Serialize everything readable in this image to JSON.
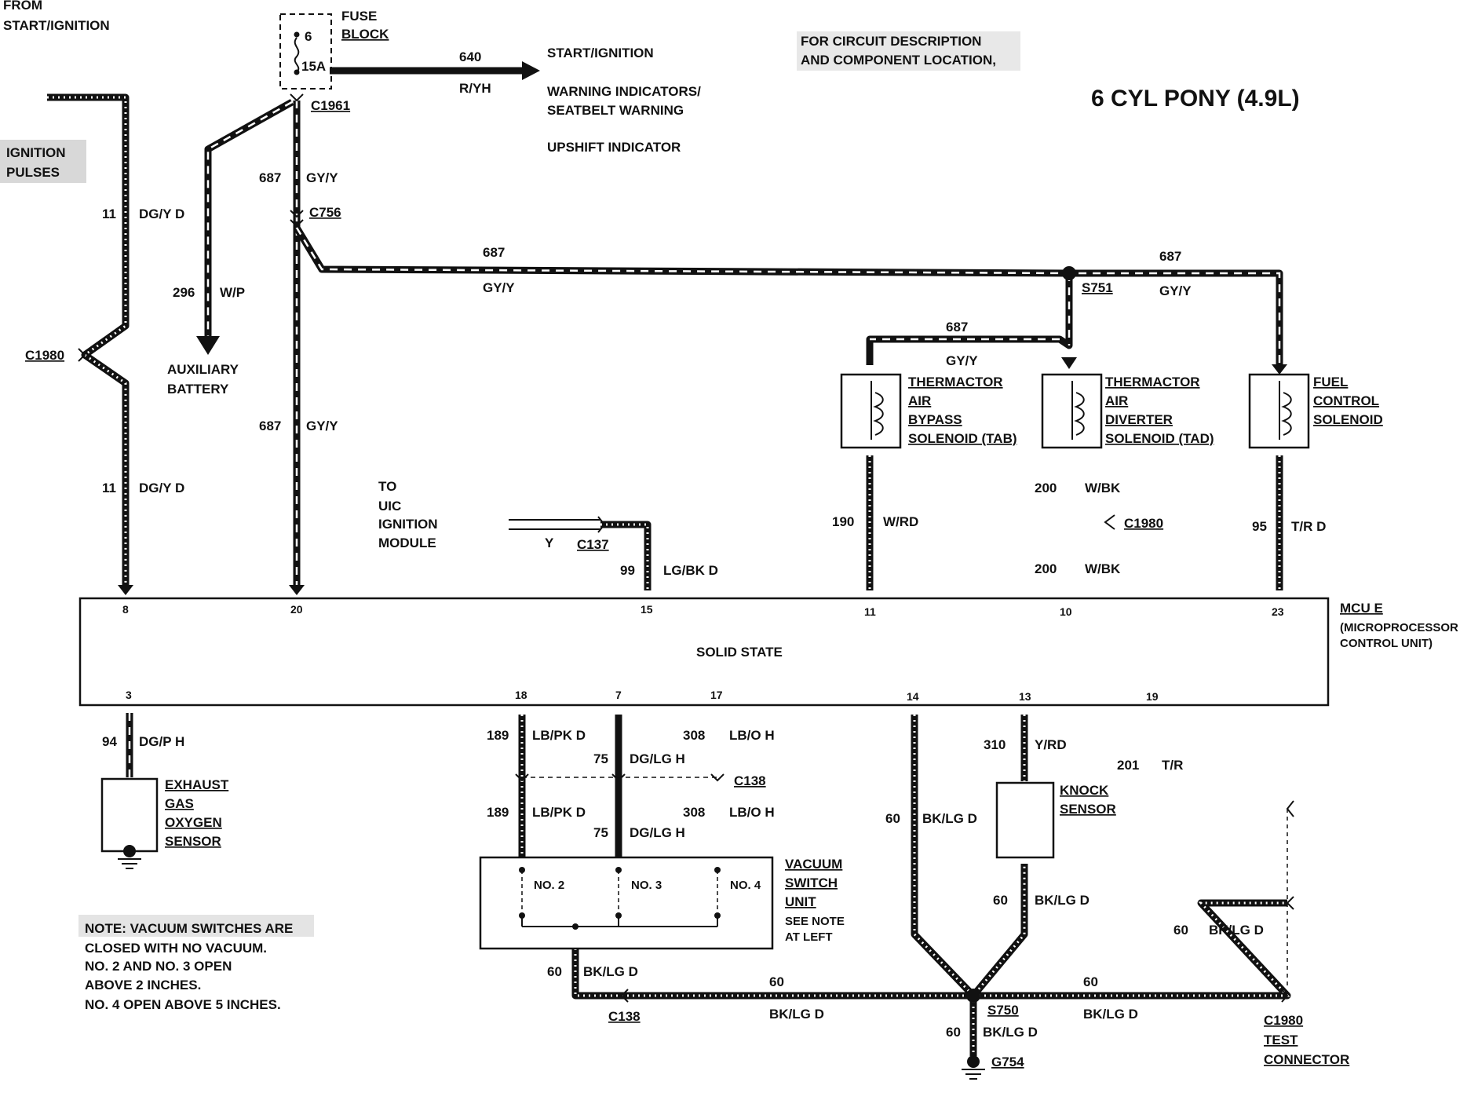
{
  "title": "6 CYL PONY (4.9L)",
  "header": {
    "from_label_1": "FROM",
    "from_label_2": "START/IGNITION",
    "fuse_label_1": "FUSE",
    "fuse_label_2": "BLOCK",
    "fuse_number": "6",
    "fuse_rating": "15A",
    "circuit_desc_1": "FOR CIRCUIT DESCRIPTION",
    "circuit_desc_2": "AND COMPONENT LOCATION,"
  },
  "feeds": {
    "start_ignition": "START/IGNITION",
    "warning_1": "WARNING INDICATORS/",
    "warning_2": "SEATBELT WARNING",
    "upshift": "UPSHIFT INDICATOR"
  },
  "connectors": {
    "c1961": "C1961",
    "c756": "C756",
    "c1980_left": "C1980",
    "c1980_mid": "C1980",
    "c137": "C137",
    "c138_top": "C138",
    "c138_bottom": "C138",
    "s751": "S751",
    "s750": "S750",
    "g754": "G754",
    "c1980_bottom": "C1980"
  },
  "labels": {
    "ignition_pulses_1": "IGNITION",
    "ignition_pulses_2": "PULSES",
    "aux_battery_1": "AUXILIARY",
    "aux_battery_2": "BATTERY",
    "uic_1": "TO",
    "uic_2": "UIC",
    "uic_3": "IGNITION",
    "uic_4": "MODULE",
    "test_connector_1": "TEST",
    "test_connector_2": "CONNECTOR"
  },
  "wires": {
    "w640_num": "640",
    "w640_color": "R/YH",
    "w687_a_num": "687",
    "w687_a_color": "GY/Y",
    "w687_b_num": "687",
    "w687_b_color": "GY/Y",
    "w687_c_num": "687",
    "w687_c_color": "GY/Y",
    "w687_d_num": "687",
    "w687_d_color": "GY/Y",
    "w687_e_num": "687",
    "w687_e_color": "GY/Y",
    "w11_a_num": "11",
    "w11_a_color": "DG/Y D",
    "w11_b_num": "11",
    "w11_b_color": "DG/Y D",
    "w296_num": "296",
    "w296_color": "W/P",
    "w190_num": "190",
    "w190_color": "W/RD",
    "w200_a_num": "200",
    "w200_a_color": "W/BK",
    "w200_b_num": "200",
    "w200_b_color": "W/BK",
    "w95_num": "95",
    "w95_color": "T/R D",
    "w99_num": "99",
    "w99_color": "LG/BK D",
    "wY_color": "Y",
    "w94_num": "94",
    "w94_color": "DG/P H",
    "w189_a_num": "189",
    "w189_a_color": "LB/PK D",
    "w189_b_num": "189",
    "w189_b_color": "LB/PK D",
    "w75_a_num": "75",
    "w75_a_color": "DG/LG H",
    "w75_b_num": "75",
    "w75_b_color": "DG/LG H",
    "w308_a_num": "308",
    "w308_a_color": "LB/O H",
    "w308_b_num": "308",
    "w308_b_color": "LB/O H",
    "w310_num": "310",
    "w310_color": "Y/RD",
    "w201_num": "201",
    "w201_color": "T/R",
    "w60_a_num": "60",
    "w60_a_color": "BK/LG D",
    "w60_b_num": "60",
    "w60_b_color": "BK/LG D",
    "w60_c_num": "60",
    "w60_c_color": "BK/LG D",
    "w60_d_num": "60",
    "w60_d_color": "BK/LG D",
    "w60_e_num": "60",
    "w60_e_color": "BK/LG D",
    "w60_f_num": "60",
    "w60_f_color": "BK/LG D",
    "w60_g_num": "60",
    "w60_g_color": "BK/LG D"
  },
  "components": {
    "tab_1": "THERMACTOR",
    "tab_2": "AIR",
    "tab_3": "BYPASS",
    "tab_4": "SOLENOID (TAB)",
    "tad_1": "THERMACTOR",
    "tad_2": "AIR",
    "tad_3": "DIVERTER",
    "tad_4": "SOLENOID (TAD)",
    "fcs_1": "FUEL",
    "fcs_2": "CONTROL",
    "fcs_3": "SOLENOID",
    "ego_1": "EXHAUST",
    "ego_2": "GAS",
    "ego_3": "OXYGEN",
    "ego_4": "SENSOR",
    "knock_1": "KNOCK",
    "knock_2": "SENSOR",
    "vsu_1": "VACUUM",
    "vsu_2": "SWITCH",
    "vsu_3": "UNIT",
    "vsu_4": "SEE NOTE",
    "vsu_5": "AT LEFT",
    "vsu_no2": "NO. 2",
    "vsu_no3": "NO. 3",
    "vsu_no4": "NO. 4"
  },
  "mcu": {
    "name": "MCU E",
    "desc_1": "(MICROPROCESSOR",
    "desc_2": "CONTROL UNIT)",
    "body": "SOLID STATE",
    "pins_top": [
      "8",
      "20",
      "15",
      "11",
      "10",
      "23"
    ],
    "pins_bottom": [
      "3",
      "18",
      "7",
      "17",
      "14",
      "13",
      "19"
    ]
  },
  "note": {
    "line_1": "NOTE: VACUUM SWITCHES ARE",
    "line_2": "CLOSED WITH NO VACUUM.",
    "line_3": "NO. 2 AND NO. 3 OPEN",
    "line_4": "ABOVE 2 INCHES.",
    "line_5": "NO. 4 OPEN ABOVE 5 INCHES."
  }
}
